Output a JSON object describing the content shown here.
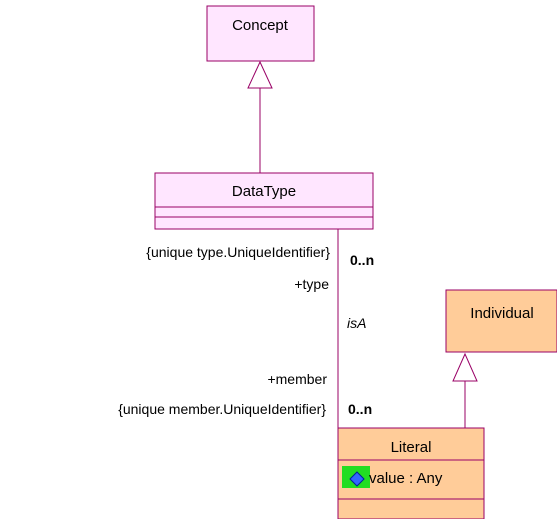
{
  "diagram": {
    "classes": {
      "concept": {
        "name": "Concept",
        "fill": "#ffe6ff",
        "stroke": "#990066"
      },
      "datatype": {
        "name": "DataType",
        "fill": "#ffe6ff",
        "stroke": "#990066"
      },
      "individual": {
        "name": "Individual",
        "fill": "#ffcc99",
        "stroke": "#990066"
      },
      "literal": {
        "name": "Literal",
        "fill": "#ffcc99",
        "stroke": "#990066",
        "attribute": "value : Any",
        "attribute_icon": "attribute-icon"
      }
    },
    "association": {
      "name": "isA",
      "source_constraint": "{unique type.UniqueIdentifier}",
      "source_role": "+type",
      "source_multiplicity": "0..n",
      "target_role": "+member",
      "target_constraint": "{unique member.UniqueIdentifier}",
      "target_multiplicity": "0..n"
    }
  }
}
